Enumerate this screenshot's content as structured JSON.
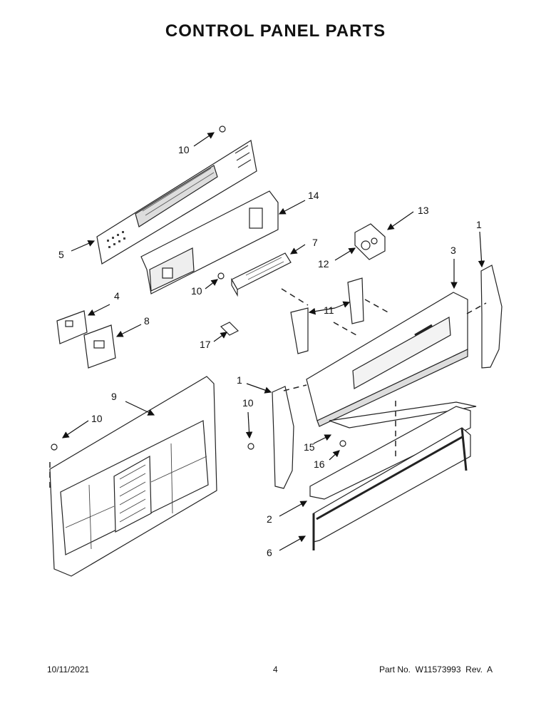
{
  "page": {
    "title": "CONTROL PANEL PARTS",
    "footer_date": "10/11/2021",
    "footer_page": "4",
    "footer_part": "Part No.  W11573993  Rev.  A"
  },
  "callouts": {
    "c1a": "1",
    "c1b": "1",
    "c2": "2",
    "c3": "3",
    "c4": "4",
    "c5": "5",
    "c6": "6",
    "c7": "7",
    "c8": "8",
    "c9": "9",
    "c10a": "10",
    "c10b": "10",
    "c10c": "10",
    "c10d": "10",
    "c11": "11",
    "c12": "12",
    "c13": "13",
    "c14": "14",
    "c15": "15",
    "c16": "16",
    "c17": "17"
  }
}
